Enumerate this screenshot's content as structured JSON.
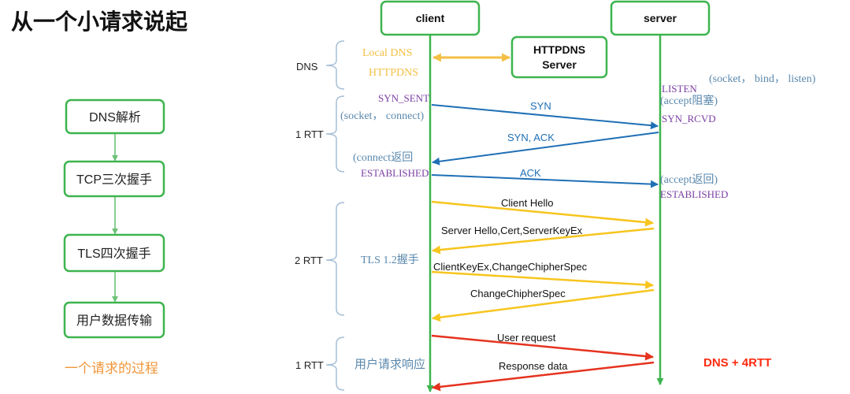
{
  "title": "从一个小请求说起",
  "flow": {
    "steps": [
      {
        "label": "DNS解析"
      },
      {
        "label": "TCP三次握手"
      },
      {
        "label": "TLS四次握手"
      },
      {
        "label": "用户数据传输"
      }
    ],
    "caption": "一个请求的过程"
  },
  "actors": {
    "client": "client",
    "server": "server",
    "httpdns_line1": "HTTPDNS",
    "httpdns_line2": "Server"
  },
  "phases": [
    "DNS",
    "1 RTT",
    "2 RTT",
    "1 RTT"
  ],
  "dns": {
    "local_dns": "Local DNS",
    "httpdns": "HTTPDNS"
  },
  "tcp": {
    "client": {
      "syn_sent": "SYN_SENT",
      "syn_sent_call": "(socket， connect)",
      "connect_return": "(connect返回",
      "established": "ESTABLISHED"
    },
    "server": {
      "listen": "LISTEN",
      "listen_call": "(socket， bind， listen)",
      "accept_block": "(accept阻塞)",
      "syn_rcvd": "SYN_RCVD",
      "accept_return": "(accept返回)",
      "established": "ESTABLISHED"
    }
  },
  "tls_note": "TLS 1.2握手",
  "user_note": "用户请求响应",
  "messages": [
    "SYN",
    "SYN, ACK",
    "ACK",
    "Client Hello",
    "Server Hello,Cert,ServerKeyEx",
    "ClientKeyEx,ChangeChipherSpec",
    "ChangeChipherSpec",
    "User request",
    "Response data"
  ],
  "total": "DNS + 4RTT",
  "colors": {
    "frame_green": "#3db44e",
    "flow_arrow_green": "#6cc177",
    "caption_orange": "#f0963a",
    "brace_gray": "#a7bfd6",
    "dns_yellow": "#f3bf45",
    "state_purple": "#7b3fa3",
    "note_blue": "#5a88ad",
    "tcp_blue": "#1f6fb6",
    "tls_yellow": "#f7c51e",
    "data_red": "#e5331f",
    "total_red": "#ff2a10"
  }
}
